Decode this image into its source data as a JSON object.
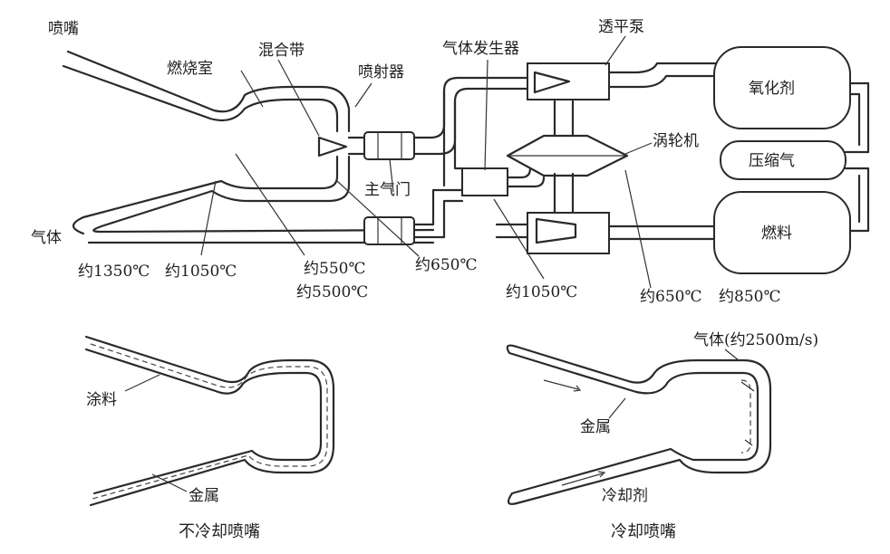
{
  "labels": {
    "nozzle": "喷嘴",
    "combustion_chamber": "燃烧室",
    "mixing_zone": "混合带",
    "injector": "喷射器",
    "gas_generator": "气体发生器",
    "turbopump": "透平泵",
    "oxidizer": "氧化剂",
    "compressed_gas": "压缩气",
    "fuel": "燃料",
    "turbine": "涡轮机",
    "main_valve": "主气门",
    "gas": "气体",
    "temp_1350": "约1350℃",
    "temp_1050_a": "约1050℃",
    "temp_550": "约550℃",
    "temp_5500": "约5500℃",
    "temp_650_a": "约650℃",
    "temp_1050_b": "约1050℃",
    "temp_650_b": "约650℃",
    "temp_850": "约850℃"
  },
  "bottom_left": {
    "coating": "涂料",
    "metal": "金属",
    "caption": "不冷却喷嘴"
  },
  "bottom_right": {
    "gas_speed": "气体(约2500m/s)",
    "metal": "金属",
    "coolant": "冷却剂",
    "caption": "冷却喷嘴"
  }
}
